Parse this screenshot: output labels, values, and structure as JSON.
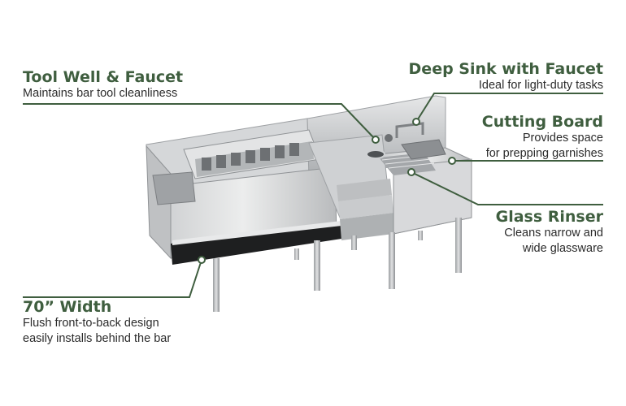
{
  "accent_color": "#3f5e3f",
  "callouts": {
    "tool_well": {
      "title": "Tool Well & Faucet",
      "desc": [
        "Maintains bar tool cleanliness"
      ]
    },
    "width": {
      "title": "70” Width",
      "desc": [
        "Flush front-to-back design",
        "easily installs behind the bar"
      ]
    },
    "deep_sink": {
      "title": "Deep Sink with Faucet",
      "desc": [
        "Ideal for light-duty tasks"
      ]
    },
    "cutting_board": {
      "title": "Cutting Board",
      "desc": [
        "Provides space",
        "for prepping garnishes"
      ]
    },
    "glass_rinser": {
      "title": "Glass Rinser",
      "desc": [
        "Cleans narrow and",
        "wide glassware"
      ]
    }
  }
}
